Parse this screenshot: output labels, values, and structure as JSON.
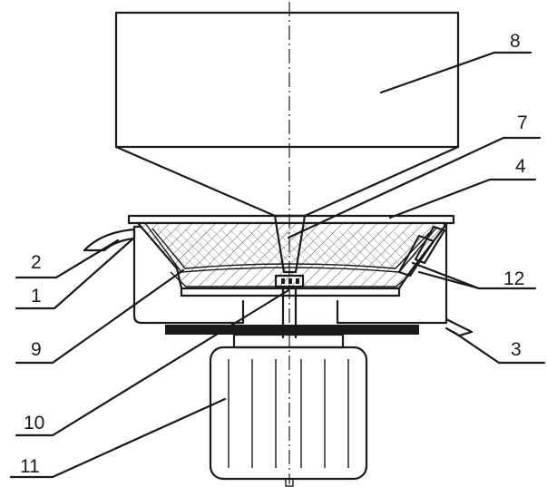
{
  "diagram": {
    "labels": {
      "l1": "1",
      "l2": "2",
      "l3": "3",
      "l4": "4",
      "l7": "7",
      "l8": "8",
      "l9": "9",
      "l10": "10",
      "l11": "11",
      "l12": "12"
    }
  }
}
